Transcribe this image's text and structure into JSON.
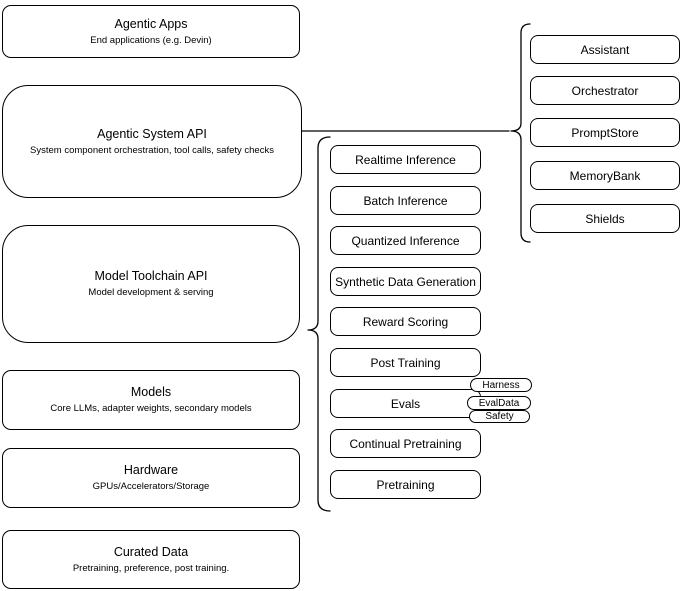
{
  "diagram": {
    "background": "#ffffff",
    "stroke_color": "#000000",
    "text_color": "#000000",
    "stack": [
      {
        "title": "Agentic Apps",
        "subtitle": "End applications (e.g. Devin)"
      },
      {
        "title": "Agentic System API",
        "subtitle": "System component orchestration, tool calls, safety checks"
      },
      {
        "title": "Model Toolchain API",
        "subtitle": "Model development & serving"
      },
      {
        "title": "Models",
        "subtitle": "Core LLMs, adapter weights, secondary models"
      },
      {
        "title": "Hardware",
        "subtitle": "GPUs/Accelerators/Storage"
      },
      {
        "title": "Curated Data",
        "subtitle": "Pretraining, preference, post training."
      }
    ],
    "toolchain": [
      "Realtime Inference",
      "Batch Inference",
      "Quantized Inference",
      "Synthetic Data Generation",
      "Reward Scoring",
      "Post Training",
      "Evals",
      "Continual Pretraining",
      "Pretraining"
    ],
    "eval_tags": [
      "Harness",
      "EvalData",
      "Safety"
    ],
    "system_components": [
      "Assistant",
      "Orchestrator",
      "PromptStore",
      "MemoryBank",
      "Shields"
    ]
  }
}
